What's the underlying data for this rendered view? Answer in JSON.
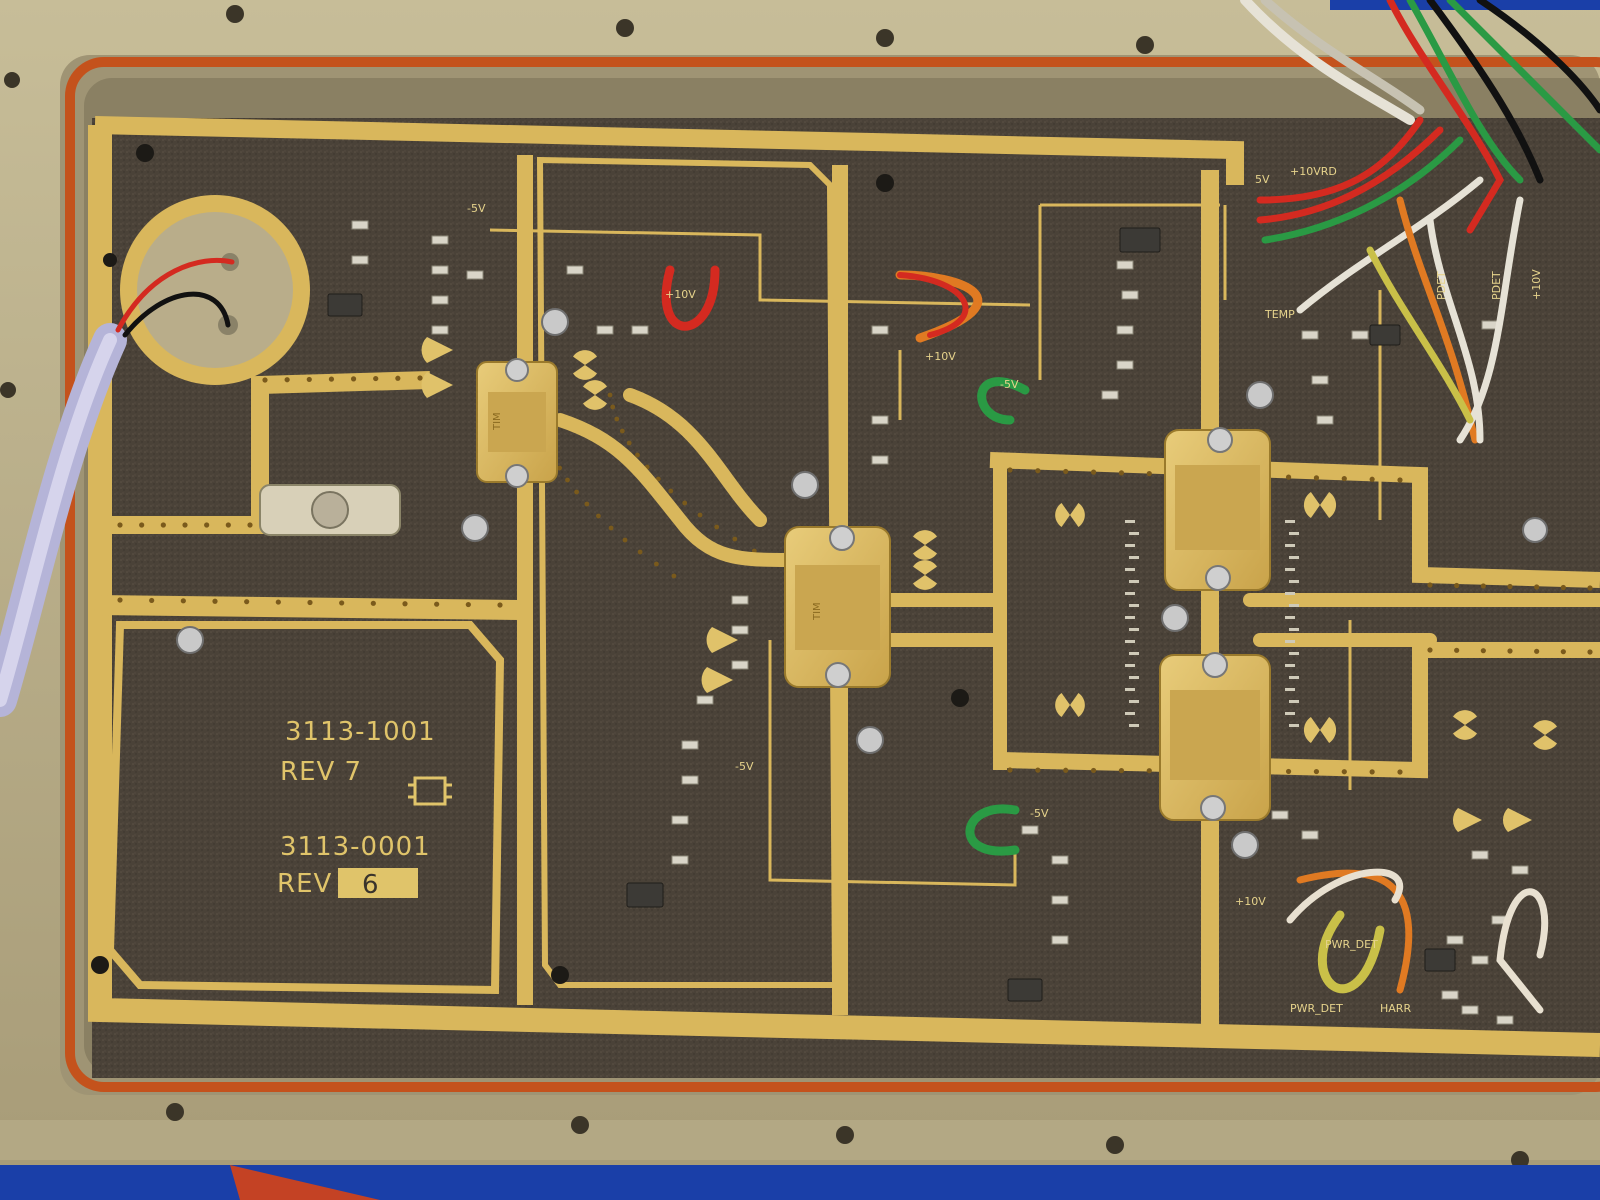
{
  "board": {
    "part_number_1": "3113-1001",
    "revision_1": "REV 7",
    "part_number_2": "3113-0001",
    "revision_2": "REV",
    "revision_2_value": "6"
  },
  "labels": {
    "neg5v_a": "-5V",
    "neg5v_b": "-5V",
    "neg5v_c": "-5V",
    "neg5v_d": "-5V",
    "pos10v_a": "+10V",
    "pos10v_b": "+10V",
    "pos10v_c": "+10V",
    "pos10v_top": "+10VRD",
    "pos10v_right": "+10V",
    "temp": "TEMP",
    "pdet_a": "PDET",
    "pdet_b": "PDET",
    "pwr_det": "PWR_DET",
    "pwr_det_2": "PWR_DET",
    "harr": "HARR",
    "five_v": "5V"
  },
  "colors": {
    "housing": "#b8ad87",
    "gasket": "#c4521c",
    "substrate": "#4a4238",
    "gold": "#d9b75c",
    "background": "#1a3fa8"
  }
}
